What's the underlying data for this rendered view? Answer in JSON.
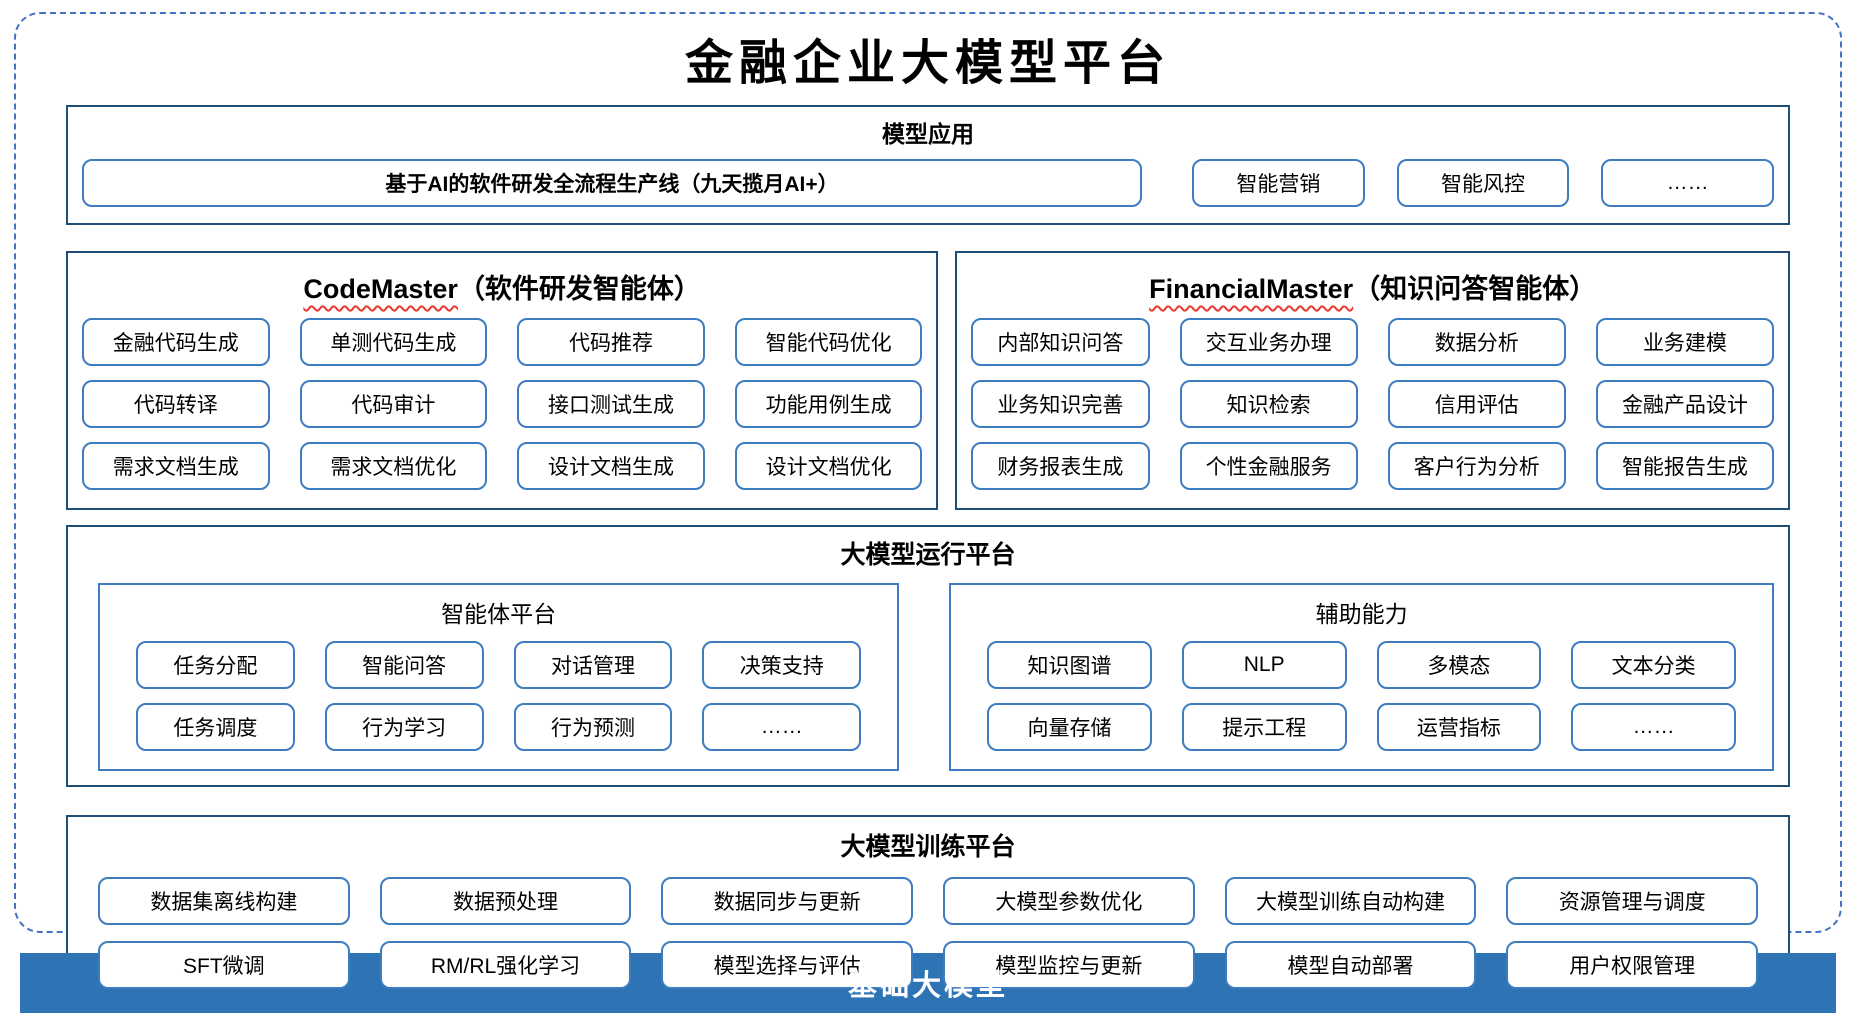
{
  "title": "金融企业大模型平台",
  "model_apps": {
    "header": "模型应用",
    "main_pill": "基于AI的软件研发全流程生产线（九天揽月AI+）",
    "pills": [
      "智能营销",
      "智能风控",
      "……"
    ]
  },
  "codemaster": {
    "name_en": "CodeMaster",
    "name_zh": "（软件研发智能体）",
    "rows": [
      [
        "金融代码生成",
        "单测代码生成",
        "代码推荐",
        "智能代码优化"
      ],
      [
        "代码转译",
        "代码审计",
        "接口测试生成",
        "功能用例生成"
      ],
      [
        "需求文档生成",
        "需求文档优化",
        "设计文档生成",
        "设计文档优化"
      ]
    ]
  },
  "financialmaster": {
    "name_en": "FinancialMaster",
    "name_zh": "（知识问答智能体）",
    "rows": [
      [
        "内部知识问答",
        "交互业务办理",
        "数据分析",
        "业务建模"
      ],
      [
        "业务知识完善",
        "知识检索",
        "信用评估",
        "金融产品设计"
      ],
      [
        "财务报表生成",
        "个性金融服务",
        "客户行为分析",
        "智能报告生成"
      ]
    ]
  },
  "runtime": {
    "header": "大模型运行平台",
    "agent_platform": {
      "header": "智能体平台",
      "rows": [
        [
          "任务分配",
          "智能问答",
          "对话管理",
          "决策支持"
        ],
        [
          "任务调度",
          "行为学习",
          "行为预测",
          "……"
        ]
      ]
    },
    "auxiliary": {
      "header": "辅助能力",
      "rows": [
        [
          "知识图谱",
          "NLP",
          "多模态",
          "文本分类"
        ],
        [
          "向量存储",
          "提示工程",
          "运营指标",
          "……"
        ]
      ]
    }
  },
  "training": {
    "header": "大模型训练平台",
    "rows": [
      [
        "数据集离线构建",
        "数据预处理",
        "数据同步与更新",
        "大模型参数优化",
        "大模型训练自动构建",
        "资源管理与调度"
      ],
      [
        "SFT微调",
        "RM/RL强化学习",
        "模型选择与评估",
        "模型监控与更新",
        "模型自动部署",
        "用户权限管理"
      ]
    ]
  },
  "base_bar": "基础大模型",
  "colors": {
    "dashed_border": "#4472C4",
    "section_border": "#1F4E79",
    "pill_border": "#3D7CC0",
    "base_bar_blue": "#2E74B5",
    "squiggle_red": "#E8392E",
    "text": "#000000"
  }
}
